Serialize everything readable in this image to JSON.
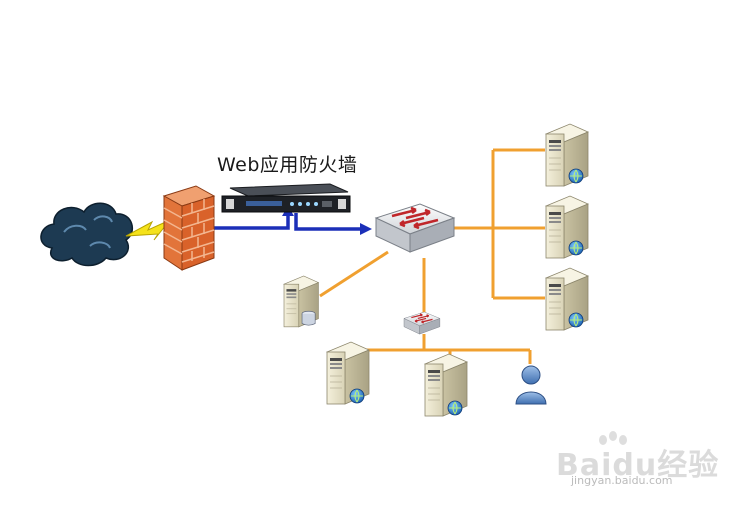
{
  "labels": {
    "waf": "Web应用防火墙"
  },
  "watermark": {
    "logo_text": "Baidu经验",
    "url": "jingyan.baidu.com"
  },
  "colors": {
    "wan_link": "#1b2fb8",
    "lan_link": "#f0a030",
    "firewall": "#e2743a",
    "cloud": "#1d3a52",
    "server": "#e9e4cc"
  },
  "icons": {
    "internet": "cloud-icon",
    "firewall": "firewall-brick-icon",
    "waf_device": "rack-appliance-icon",
    "core_switch": "switch-icon",
    "access_switch": "switch-icon",
    "server": "server-icon",
    "database": "database-server-icon",
    "user": "user-icon"
  }
}
